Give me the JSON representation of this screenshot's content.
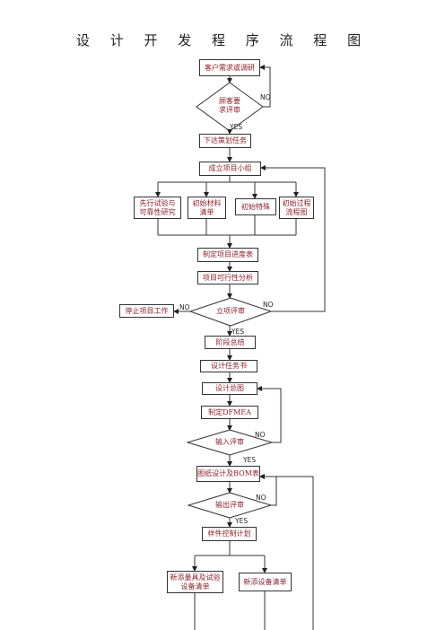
{
  "title": "设 计 开 发 程 序 流 程 图",
  "nodes": {
    "customer_demand": "客户需求或调研",
    "customer_review": "顾客要\n求评审",
    "assign_plan": "下达策划任务",
    "form_team": "成立项目小组",
    "pilot_test": "先行试验与\n可靠性研究",
    "initial_material": "初始材料\n清单",
    "initial_special": "初始特殊",
    "initial_process": "初始过程\n流程图",
    "make_schedule": "制定项目进度表",
    "feasibility": "项目可行性分析",
    "project_review": "立项评审",
    "stop_project": "停止项目工作",
    "phase_summary": "阶段总结",
    "design_task": "设计任务书",
    "general_design": "设计总图",
    "make_dfmea": "制定DFMEA",
    "input_review": "输入评审",
    "drawing_bom": "图纸设计及BOM表",
    "output_review": "输出评审",
    "sample_plan": "样件控制计划",
    "new_gauges": "新添量具及试验\n设备清单",
    "new_equipment": "新添设备清单"
  },
  "labels": {
    "no": "NO",
    "yes": "YES"
  }
}
